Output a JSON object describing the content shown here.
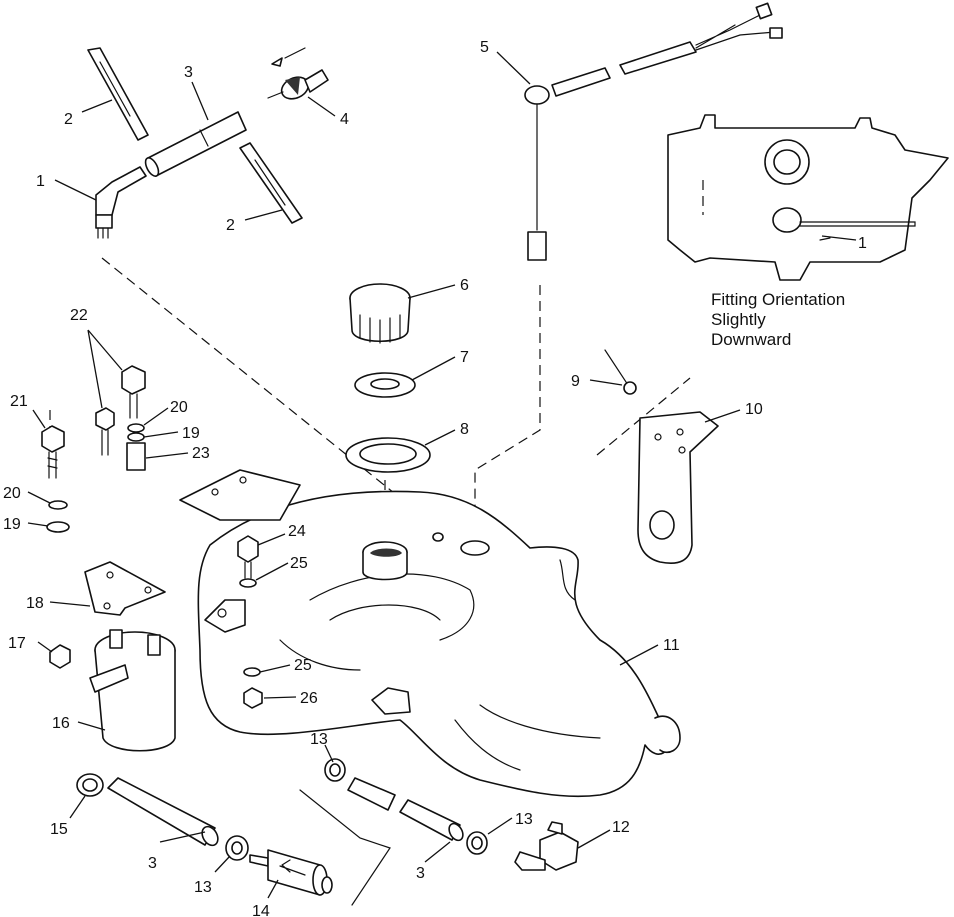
{
  "callouts": {
    "c1": "1",
    "c1b": "1",
    "c2a": "2",
    "c2b": "2",
    "c3a": "3",
    "c3b": "3",
    "c3c": "3",
    "c4": "4",
    "c5": "5",
    "c6": "6",
    "c7": "7",
    "c8": "8",
    "c9": "9",
    "c10": "10",
    "c11": "11",
    "c12": "12",
    "c13a": "13",
    "c13b": "13",
    "c13c": "13",
    "c14": "14",
    "c15": "15",
    "c16": "16",
    "c17": "17",
    "c18": "18",
    "c19a": "19",
    "c19b": "19",
    "c20a": "20",
    "c20b": "20",
    "c21": "21",
    "c22": "22",
    "c23": "23",
    "c24": "24",
    "c25a": "25",
    "c25b": "25",
    "c26": "26"
  },
  "inset_note": {
    "line1": "Fitting Orientation",
    "line2": "Slightly",
    "line3": "Downward"
  }
}
